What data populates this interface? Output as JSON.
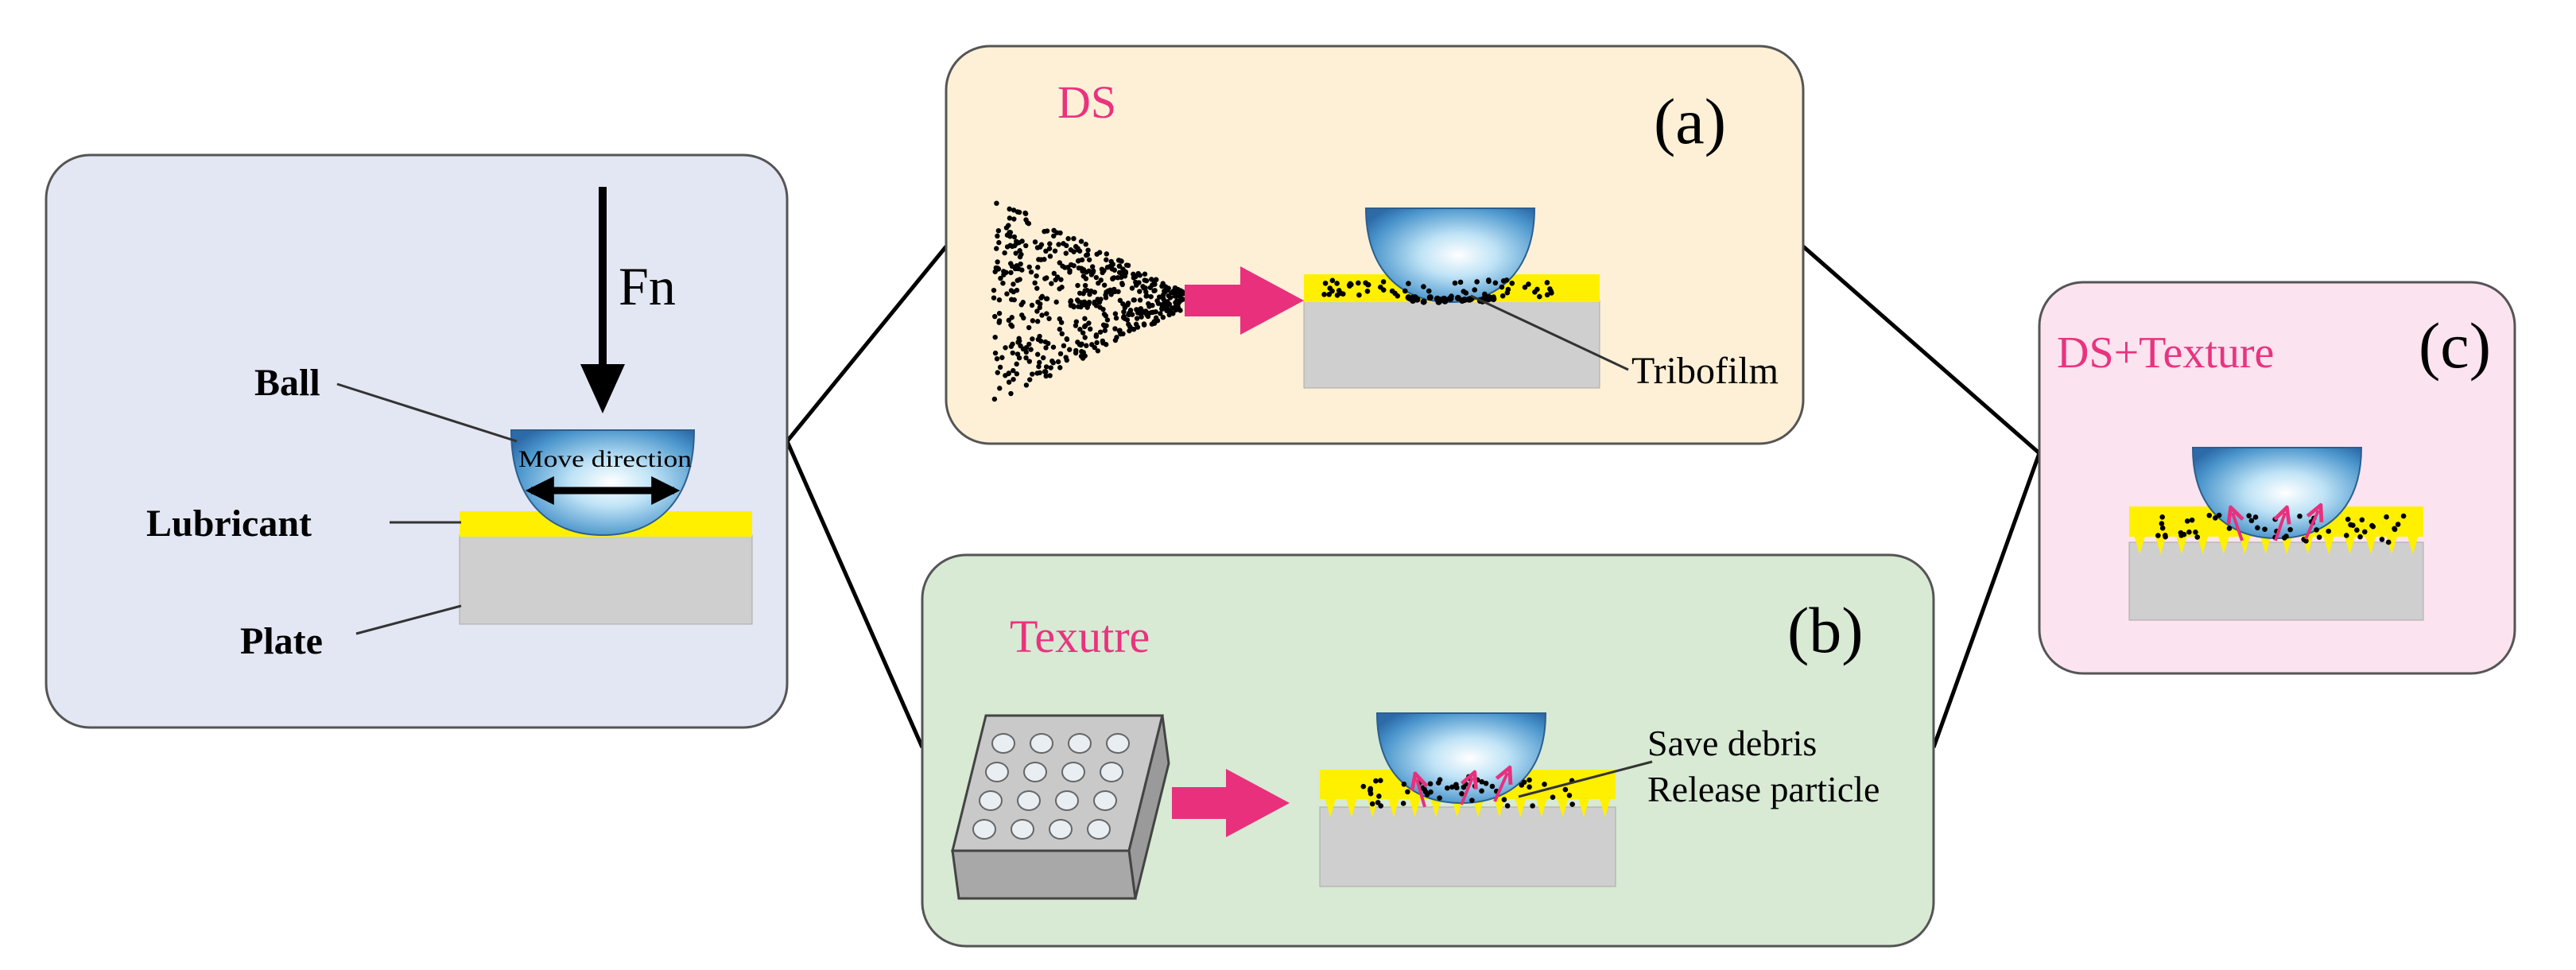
{
  "main_panel": {
    "force_label": "Fn",
    "ball_label": "Ball",
    "lubricant_label": "Lubricant",
    "plate_label": "Plate",
    "move_label": "Move direction"
  },
  "panel_a": {
    "title": "DS",
    "tag": "(a)",
    "tribofilm_label": "Tribofilm"
  },
  "panel_b": {
    "title": "Texutre",
    "tag": "(b)",
    "annotation_line1": "Save debris",
    "annotation_line2": "Release particle"
  },
  "panel_c": {
    "title": "DS+Texture",
    "tag": "(c)"
  },
  "colors": {
    "main_panel_bg": "#e3e7f3",
    "panel_a_bg": "#fdf0d7",
    "panel_b_bg": "#d8e9d4",
    "panel_c_bg": "#fbe3ef",
    "title_accent": "#e9337f",
    "arrow": "#e8307d",
    "lubricant": "#fff000",
    "plate": "#cfcfcf"
  }
}
